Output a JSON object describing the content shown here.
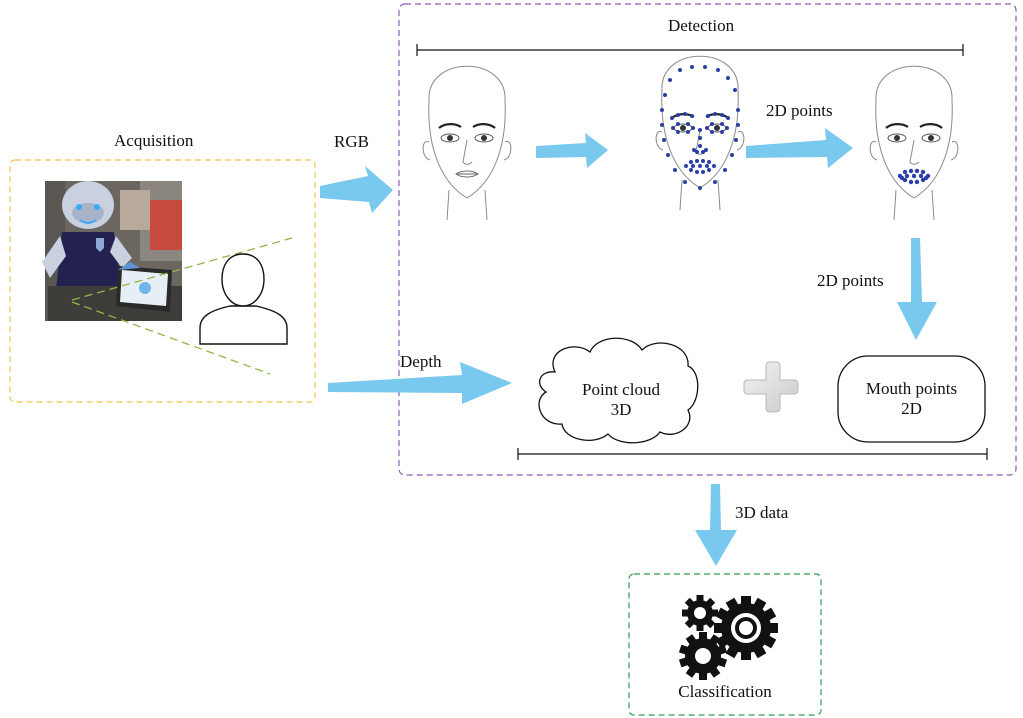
{
  "acquisition": {
    "title": "Acquisition"
  },
  "detection": {
    "title": "Detection"
  },
  "arrows": {
    "rgb": "RGB",
    "depth": "Depth",
    "points_2d_a": "2D points",
    "points_2d_b": "2D points",
    "data_3d": "3D data"
  },
  "nodes": {
    "point_cloud": {
      "line1": "Point cloud",
      "line2": "3D"
    },
    "mouth_points": {
      "line1": "Mouth points",
      "line2": "2D"
    },
    "plus": "+",
    "classification": {
      "label": "Classification"
    }
  },
  "icons": {
    "robot_photo": "robot-photo",
    "person": "person-icon",
    "face_plain": "face-icon",
    "face_landmarks": "face-landmarks-icon",
    "face_mouth": "face-mouth-points-icon",
    "gears": "gears-icon"
  },
  "colors": {
    "acquisition_border": "#f2c14e",
    "detection_border": "#8e5bb5",
    "classification_border": "#2e9e54",
    "arrow": "#79c8ee",
    "landmark": "#2b3ea8",
    "fov_line": "#8fb84a"
  }
}
